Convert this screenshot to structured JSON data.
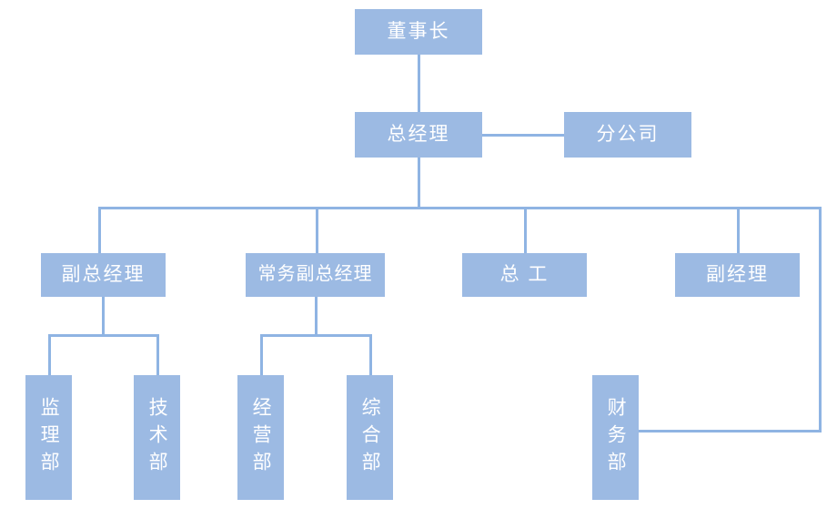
{
  "chart_data": {
    "type": "diagram",
    "diagram_type": "organization-chart",
    "title": "",
    "orientation": "top-down",
    "node_fill_color": "#9CBAE3",
    "node_text_color": "#FFFFFF",
    "connector_color": "#8FB4E3",
    "background_color": "#FFFFFF",
    "levels": [
      {
        "level": 1,
        "nodes": [
          "董事长"
        ]
      },
      {
        "level": 2,
        "nodes": [
          "总经理",
          "分公司"
        ]
      },
      {
        "level": 3,
        "nodes": [
          "副总经理",
          "常务副总经理",
          "总 工",
          "副经理"
        ]
      },
      {
        "level": 4,
        "nodes": [
          "监理部",
          "技术部",
          "经营部",
          "综合部",
          "财务部"
        ]
      }
    ],
    "edges": [
      {
        "from": "董事长",
        "to": "总经理"
      },
      {
        "from": "总经理",
        "to": "分公司"
      },
      {
        "from": "总经理",
        "to": "副总经理"
      },
      {
        "from": "总经理",
        "to": "常务副总经理"
      },
      {
        "from": "总经理",
        "to": "总 工"
      },
      {
        "from": "总经理",
        "to": "副经理"
      },
      {
        "from": "副总经理",
        "to": "监理部"
      },
      {
        "from": "副总经理",
        "to": "技术部"
      },
      {
        "from": "常务副总经理",
        "to": "经营部"
      },
      {
        "from": "常务副总经理",
        "to": "综合部"
      },
      {
        "from": "副经理",
        "to": "财务部"
      }
    ]
  },
  "nodes": {
    "chairman": {
      "label": "董事长"
    },
    "general_manager": {
      "label": "总经理"
    },
    "branch_company": {
      "label": "分公司"
    },
    "deputy_general_manager": {
      "label": "副总经理"
    },
    "executive_deputy_general_manager": {
      "label": "常务副总经理"
    },
    "chief_engineer": {
      "label": "总 工"
    },
    "deputy_manager": {
      "label": "副经理"
    },
    "supervision_dept": {
      "label": "监理部"
    },
    "technology_dept": {
      "label": "技术部"
    },
    "operations_dept": {
      "label": "经营部"
    },
    "general_affairs_dept": {
      "label": "综合部"
    },
    "finance_dept": {
      "label": "财务部"
    }
  }
}
